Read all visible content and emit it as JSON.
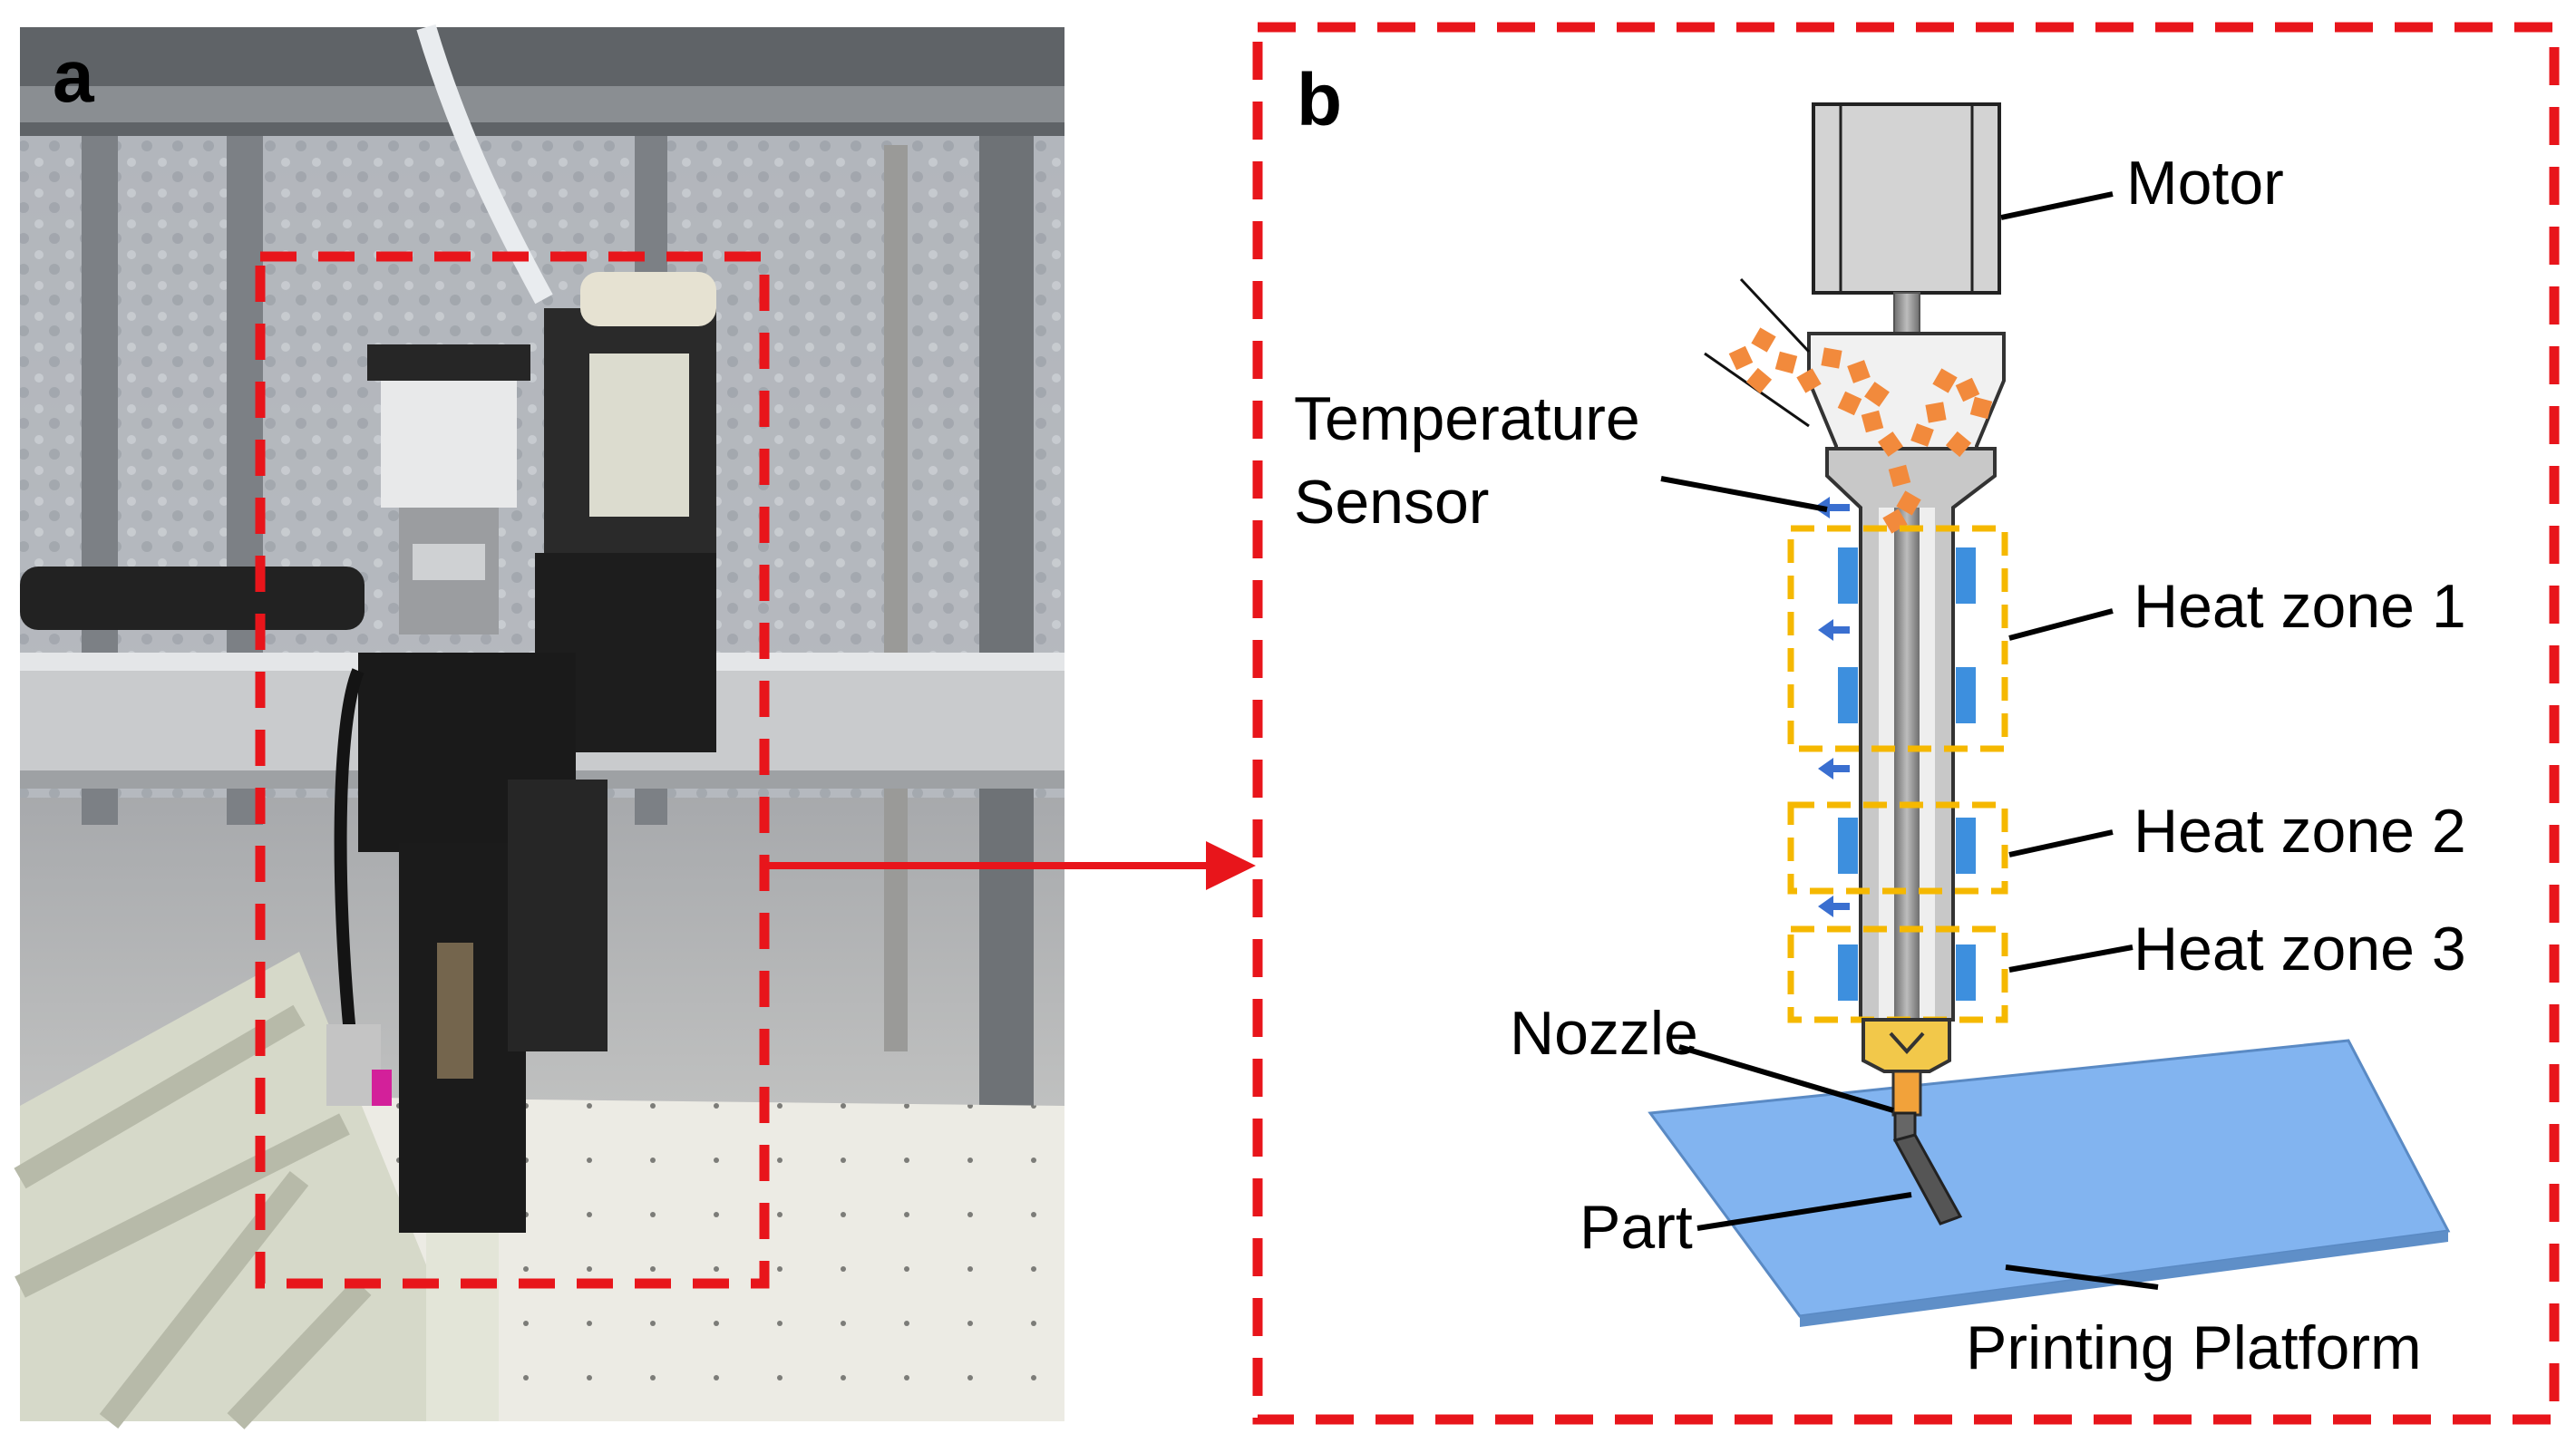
{
  "panels": {
    "a": {
      "letter": "a"
    },
    "b": {
      "letter": "b"
    }
  },
  "labels": {
    "motor": "Motor",
    "temperature_sensor_line1": "Temperature",
    "temperature_sensor_line2": "Sensor",
    "heat_zone_1": "Heat zone 1",
    "heat_zone_2": "Heat zone 2",
    "heat_zone_3": "Heat zone 3",
    "nozzle": "Nozzle",
    "part": "Part",
    "printing_platform": "Printing Platform"
  },
  "colors": {
    "dashed_frame": "#e8151b",
    "arrow": "#e8151b",
    "heat_zone_frame": "#f5b800",
    "heater_block": "#3d8fde",
    "sensor": "#3a6fd0",
    "pellets": "#f28a3c",
    "platform": "#82b4f0",
    "nozzle": "#f2c84a",
    "motor": "#d3d3d3",
    "barrel": "#c8c8c8"
  }
}
